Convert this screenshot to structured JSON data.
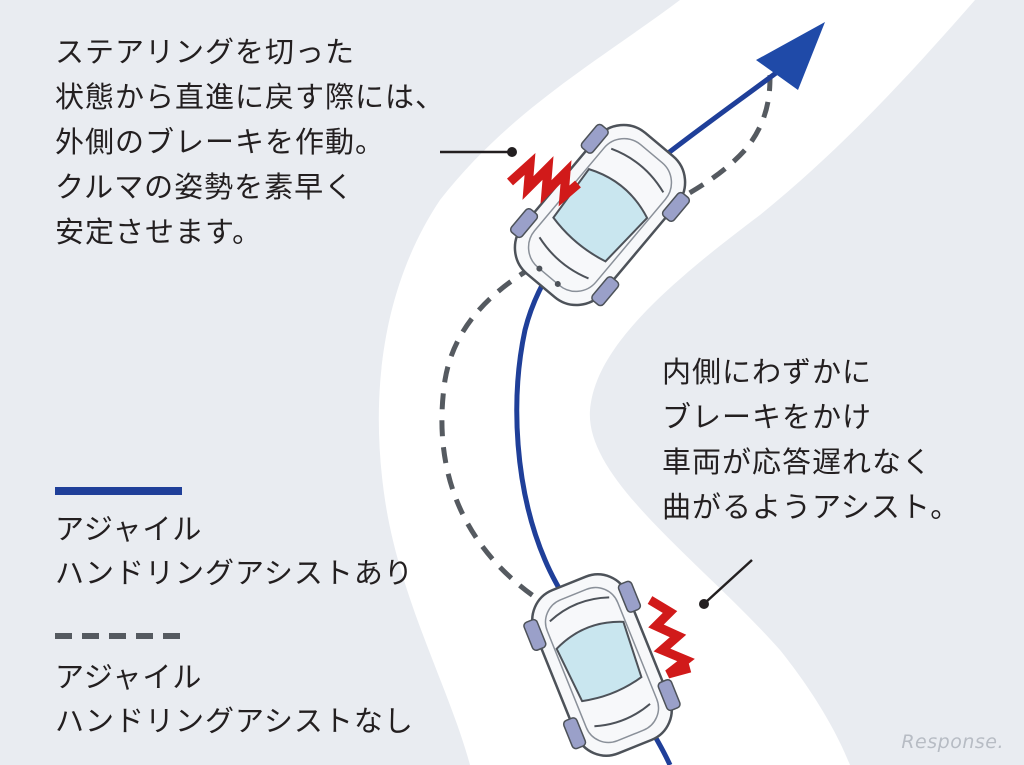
{
  "annotation_top": {
    "lines": [
      "ステアリングを切った",
      "状態から直進に戻す際には、",
      "外側のブレーキを作動。",
      "クルマの姿勢を素早く",
      "安定させます。"
    ]
  },
  "annotation_right": {
    "lines": [
      "内側にわずかに",
      "ブレーキをかけ",
      "車両が応答遅れなく",
      "曲がるようアシスト。"
    ]
  },
  "legend": {
    "with_assist": {
      "lines": [
        "アジャイル",
        "ハンドリングアシストあり"
      ],
      "color": "#1f3f99"
    },
    "without_assist": {
      "lines": [
        "アジャイル",
        "ハンドリングアシストなし"
      ],
      "color": "#555a60"
    }
  },
  "watermark": "Response.",
  "colors": {
    "background": "#e9ecf1",
    "road": "#ffffff",
    "brake_mark": "#d11a1a",
    "car_glass": "#c9e6ef",
    "car_wheel": "#9aa0c9"
  }
}
